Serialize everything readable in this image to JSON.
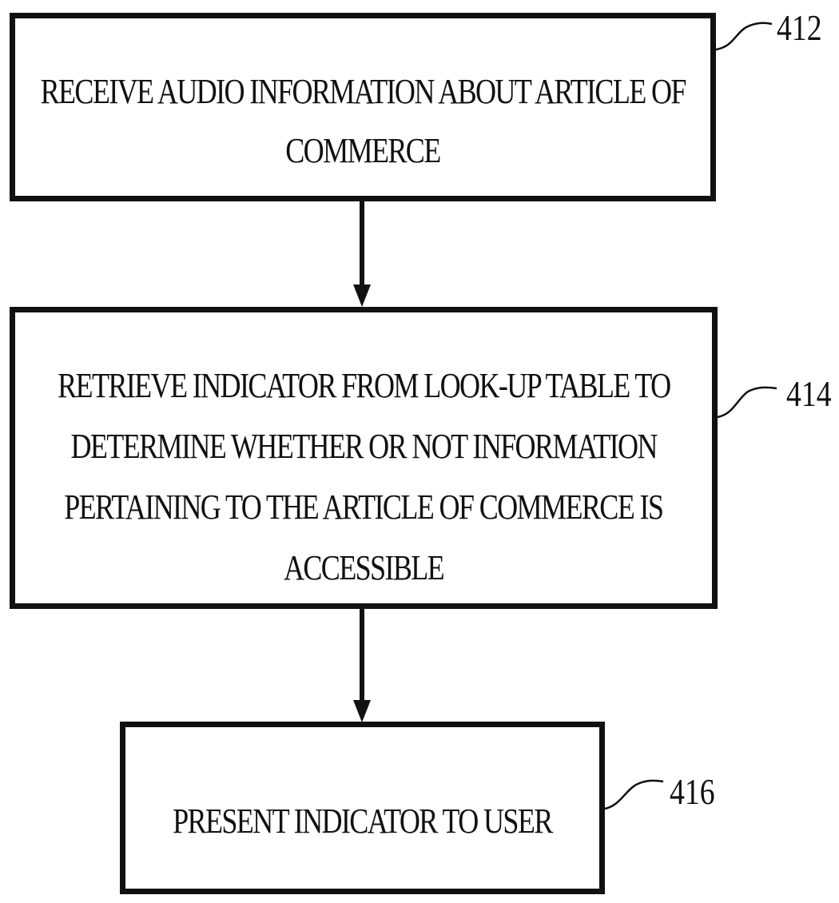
{
  "steps": [
    {
      "ref": "412",
      "lines": [
        "RECEIVE AUDIO INFORMATION ABOUT ARTICLE OF",
        "COMMERCE"
      ]
    },
    {
      "ref": "414",
      "lines": [
        "RETRIEVE INDICATOR FROM LOOK-UP TABLE TO",
        "DETERMINE WHETHER OR NOT INFORMATION",
        "PERTAINING TO THE ARTICLE OF COMMERCE IS",
        "ACCESSIBLE"
      ]
    },
    {
      "ref": "416",
      "lines": [
        "PRESENT INDICATOR TO USER"
      ]
    }
  ]
}
